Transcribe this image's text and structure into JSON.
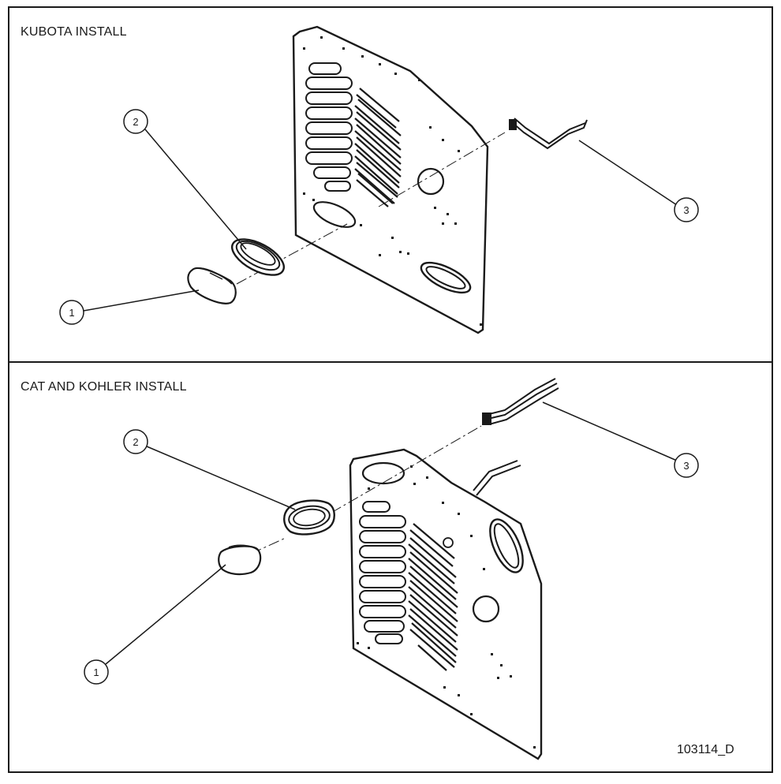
{
  "panels": [
    {
      "title": "KUBOTA INSTALL",
      "callouts": [
        {
          "number": "1",
          "part": "plug"
        },
        {
          "number": "2",
          "part": "grommet"
        },
        {
          "number": "3",
          "part": "wire-harness"
        }
      ]
    },
    {
      "title": "CAT AND KOHLER INSTALL",
      "callouts": [
        {
          "number": "1",
          "part": "plug"
        },
        {
          "number": "2",
          "part": "grommet"
        },
        {
          "number": "3",
          "part": "wire-harness"
        }
      ]
    }
  ],
  "document_number": "103114_D",
  "colors": {
    "line": "#1a1a1a",
    "background": "#ffffff"
  }
}
